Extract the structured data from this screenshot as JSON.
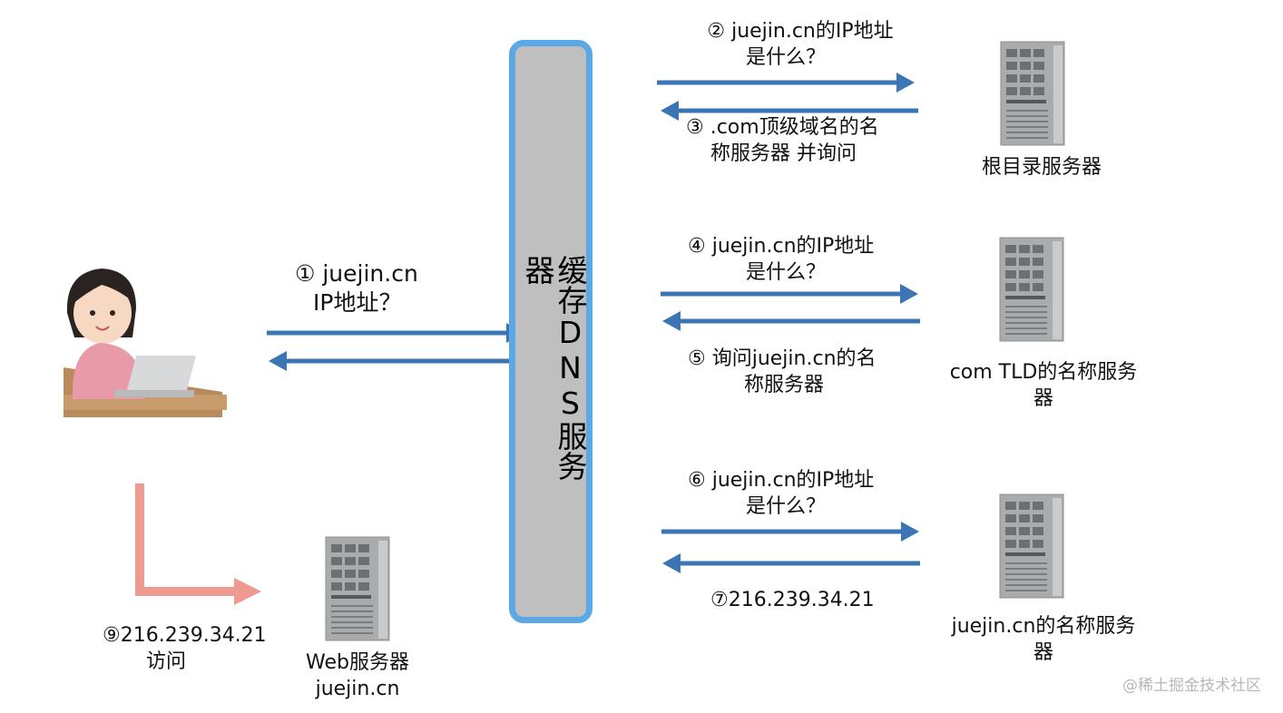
{
  "colors": {
    "arrow_blue": "#3b75b3",
    "arrow_pink": "#ee9a90",
    "dns_border": "#5aa8e6",
    "dns_fill": "#bfbfbf",
    "server_body": "#a9abad"
  },
  "user": {
    "icon": "person-with-laptop-icon"
  },
  "dns_server": {
    "label": "缓存DNS服务器"
  },
  "step1": {
    "line1": "① juejin.cn",
    "line2": "IP地址？"
  },
  "step2": {
    "line1": "② juejin.cn的IP地址",
    "line2": "是什么？"
  },
  "step3": {
    "line1": "③ .com顶级域名的名",
    "line2": "称服务器 并询问"
  },
  "step4": {
    "line1": "④ juejin.cn的IP地址",
    "line2": "是什么？"
  },
  "step5": {
    "line1": "⑤ 询问juejin.cn的名",
    "line2": "称服务器"
  },
  "step6": {
    "line1": "⑥ juejin.cn的IP地址",
    "line2": "是什么？"
  },
  "step7": {
    "line1": "⑦216.239.34.21"
  },
  "step9": {
    "line1": "⑨216.239.34.21",
    "line2": "访问"
  },
  "servers": {
    "root": {
      "line1": "根目录服务器",
      "icon": "server-tower-icon"
    },
    "tld": {
      "line1": "com TLD的名称服务",
      "line2": "器",
      "icon": "server-tower-icon"
    },
    "authoritative": {
      "line1": "juejin.cn的名称服务",
      "line2": "器",
      "icon": "server-tower-icon"
    },
    "web": {
      "line1": "Web服务器",
      "line2": "juejin.cn",
      "icon": "server-tower-icon"
    }
  },
  "watermark": "@稀土掘金技术社区"
}
